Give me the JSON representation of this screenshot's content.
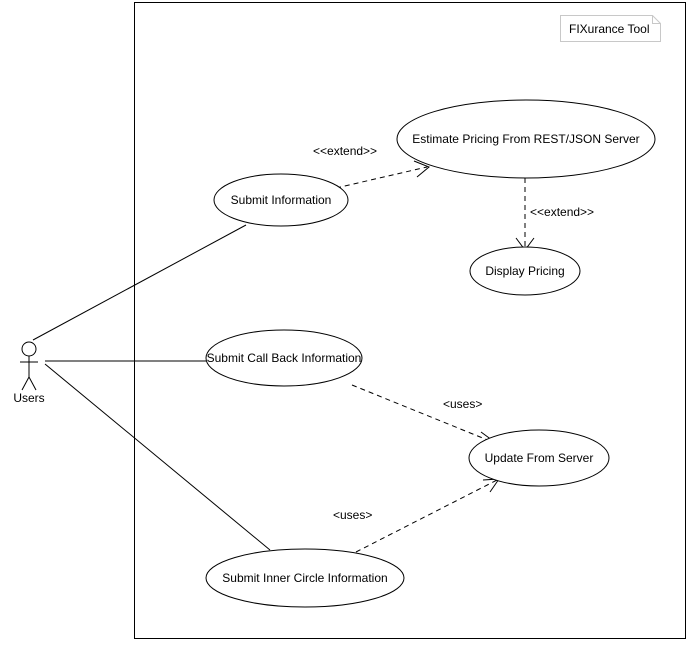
{
  "system": {
    "name": "FIXurance Tool"
  },
  "actor": {
    "label": "Users"
  },
  "use_cases": {
    "submit_information": "Submit Information",
    "estimate_pricing": "Estimate Pricing From REST/JSON Server",
    "display_pricing": "Display Pricing",
    "submit_call_back": "Submit Call Back Information",
    "update_from_server": "Update From Server",
    "submit_inner_circle": "Submit Inner Circle Information"
  },
  "relationships": {
    "extend_estimate": "<<extend>>",
    "extend_display": "<<extend>>",
    "uses_call_back": "<uses>",
    "uses_inner_circle": "<uses>"
  }
}
